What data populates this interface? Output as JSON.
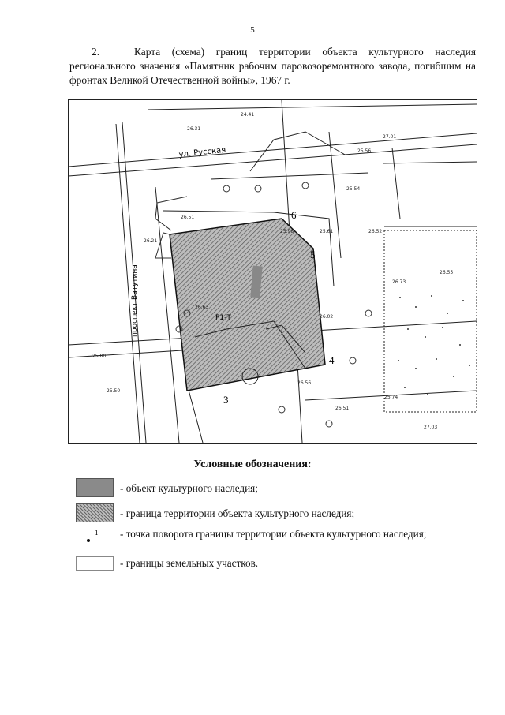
{
  "page_number": "5",
  "heading": {
    "item_number": "2.",
    "text": "Карта (схема) границ территории объекта культурного наследия регионального значения «Памятник рабочим паровозоремонтного завода, погибшим на фронтах Великой Отечественной войны», 1967 г."
  },
  "map": {
    "street_label": "ул. Русская",
    "avenue_label": "проспект Ватутина",
    "zone_label": "Р1-Т",
    "boundary_points": [
      "3",
      "4",
      "5",
      "6"
    ],
    "elevations": [
      "24.41",
      "26.31",
      "27.01",
      "25.56",
      "26.51",
      "26.21",
      "25.98",
      "25.61",
      "25.54",
      "26.52",
      "26.73",
      "26.55",
      "26.02",
      "25.80",
      "25.50",
      "27.03",
      "26.56",
      "25.74",
      "26.51",
      "26.63"
    ]
  },
  "legend": {
    "title": "Условные обозначения:",
    "items": [
      {
        "label": "- объект культурного наследия;"
      },
      {
        "label": "- граница территории объекта культурного наследия;"
      },
      {
        "label": "- точка поворота границы территории объекта культурного наследия;",
        "point_label": "1"
      },
      {
        "label": "- границы земельных участков."
      }
    ]
  }
}
